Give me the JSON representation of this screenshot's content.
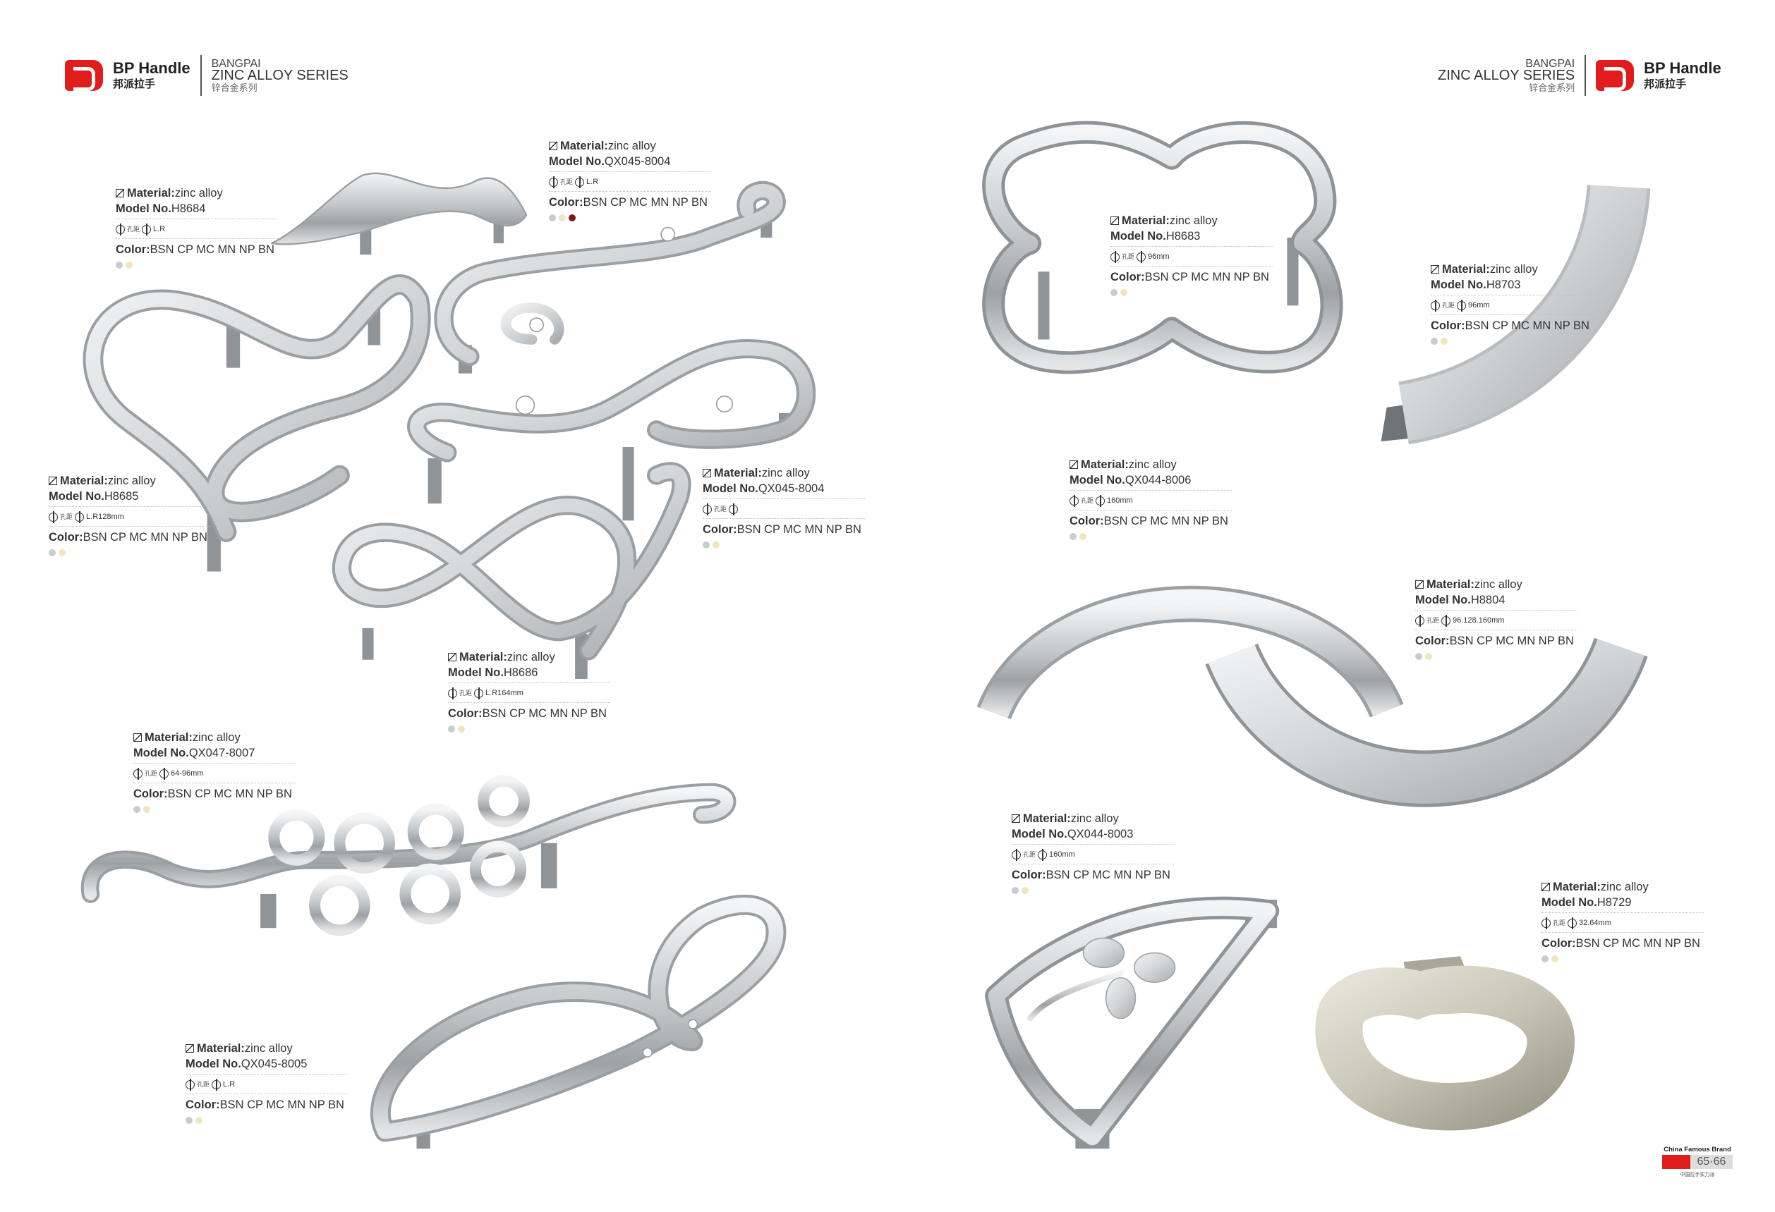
{
  "header_left": {
    "brand": "BP Handle",
    "brand_cn": "邦派拉手",
    "series_top": "BANGPAI",
    "series": "ZINC ALLOY SERIES",
    "series_cn": "锌合金系列"
  },
  "header_right": {
    "brand": "BP Handle",
    "brand_cn": "邦派拉手",
    "series_top": "BANGPAI",
    "series": "ZINC ALLOY SERIES",
    "series_cn": "锌合金系列"
  },
  "labels": {
    "material": "Material:",
    "model": "Model No.",
    "color": "Color:",
    "hole_spacing": "孔距"
  },
  "products": [
    {
      "material": "zinc alloy",
      "model": "H8684",
      "size": "L.R",
      "colors": "BSN CP MC MN NP BN"
    },
    {
      "material": "zinc alloy",
      "model": "QX045-8004",
      "size": "L.R",
      "colors": "BSN CP MC MN NP BN"
    },
    {
      "material": "zinc alloy",
      "model": "H8685",
      "size": "L.R128mm",
      "colors": "BSN CP MC MN NP BN"
    },
    {
      "material": "zinc alloy",
      "model": "QX045-8004",
      "size": "",
      "colors": "BSN CP MC MN NP BN"
    },
    {
      "material": "zinc alloy",
      "model": "H8686",
      "size": "L.R164mm",
      "colors": "BSN CP MC MN NP BN"
    },
    {
      "material": "zinc alloy",
      "model": "QX047-8007",
      "size": "64-96mm",
      "colors": "BSN CP MC MN NP BN"
    },
    {
      "material": "zinc alloy",
      "model": "QX045-8005",
      "size": "L.R",
      "colors": "BSN CP MC MN NP BN"
    },
    {
      "material": "zinc alloy",
      "model": "H8683",
      "size": "96mm",
      "colors": "BSN CP MC MN NP BN"
    },
    {
      "material": "zinc alloy",
      "model": "H8703",
      "size": "96mm",
      "colors": "BSN CP MC MN NP BN"
    },
    {
      "material": "zinc alloy",
      "model": "QX044-8006",
      "size": "160mm",
      "colors": "BSN CP MC MN NP BN"
    },
    {
      "material": "zinc alloy",
      "model": "H8804",
      "size": "96.128.160mm",
      "colors": "BSN CP MC MN NP BN"
    },
    {
      "material": "zinc alloy",
      "model": "QX044-8003",
      "size": "160mm",
      "colors": "BSN CP MC MN NP BN"
    },
    {
      "material": "zinc alloy",
      "model": "H8729",
      "size": "32.64mm",
      "colors": "BSN CP MC MN NP BN"
    }
  ],
  "swatch_colors": {
    "silver": "#c9ccce",
    "gold": "#efe6bf",
    "red": "#7a1a1a"
  },
  "footer": {
    "badge_title": "China Famous Brand",
    "pages": "65·66",
    "badge_cn": "中国拉手实力派"
  }
}
